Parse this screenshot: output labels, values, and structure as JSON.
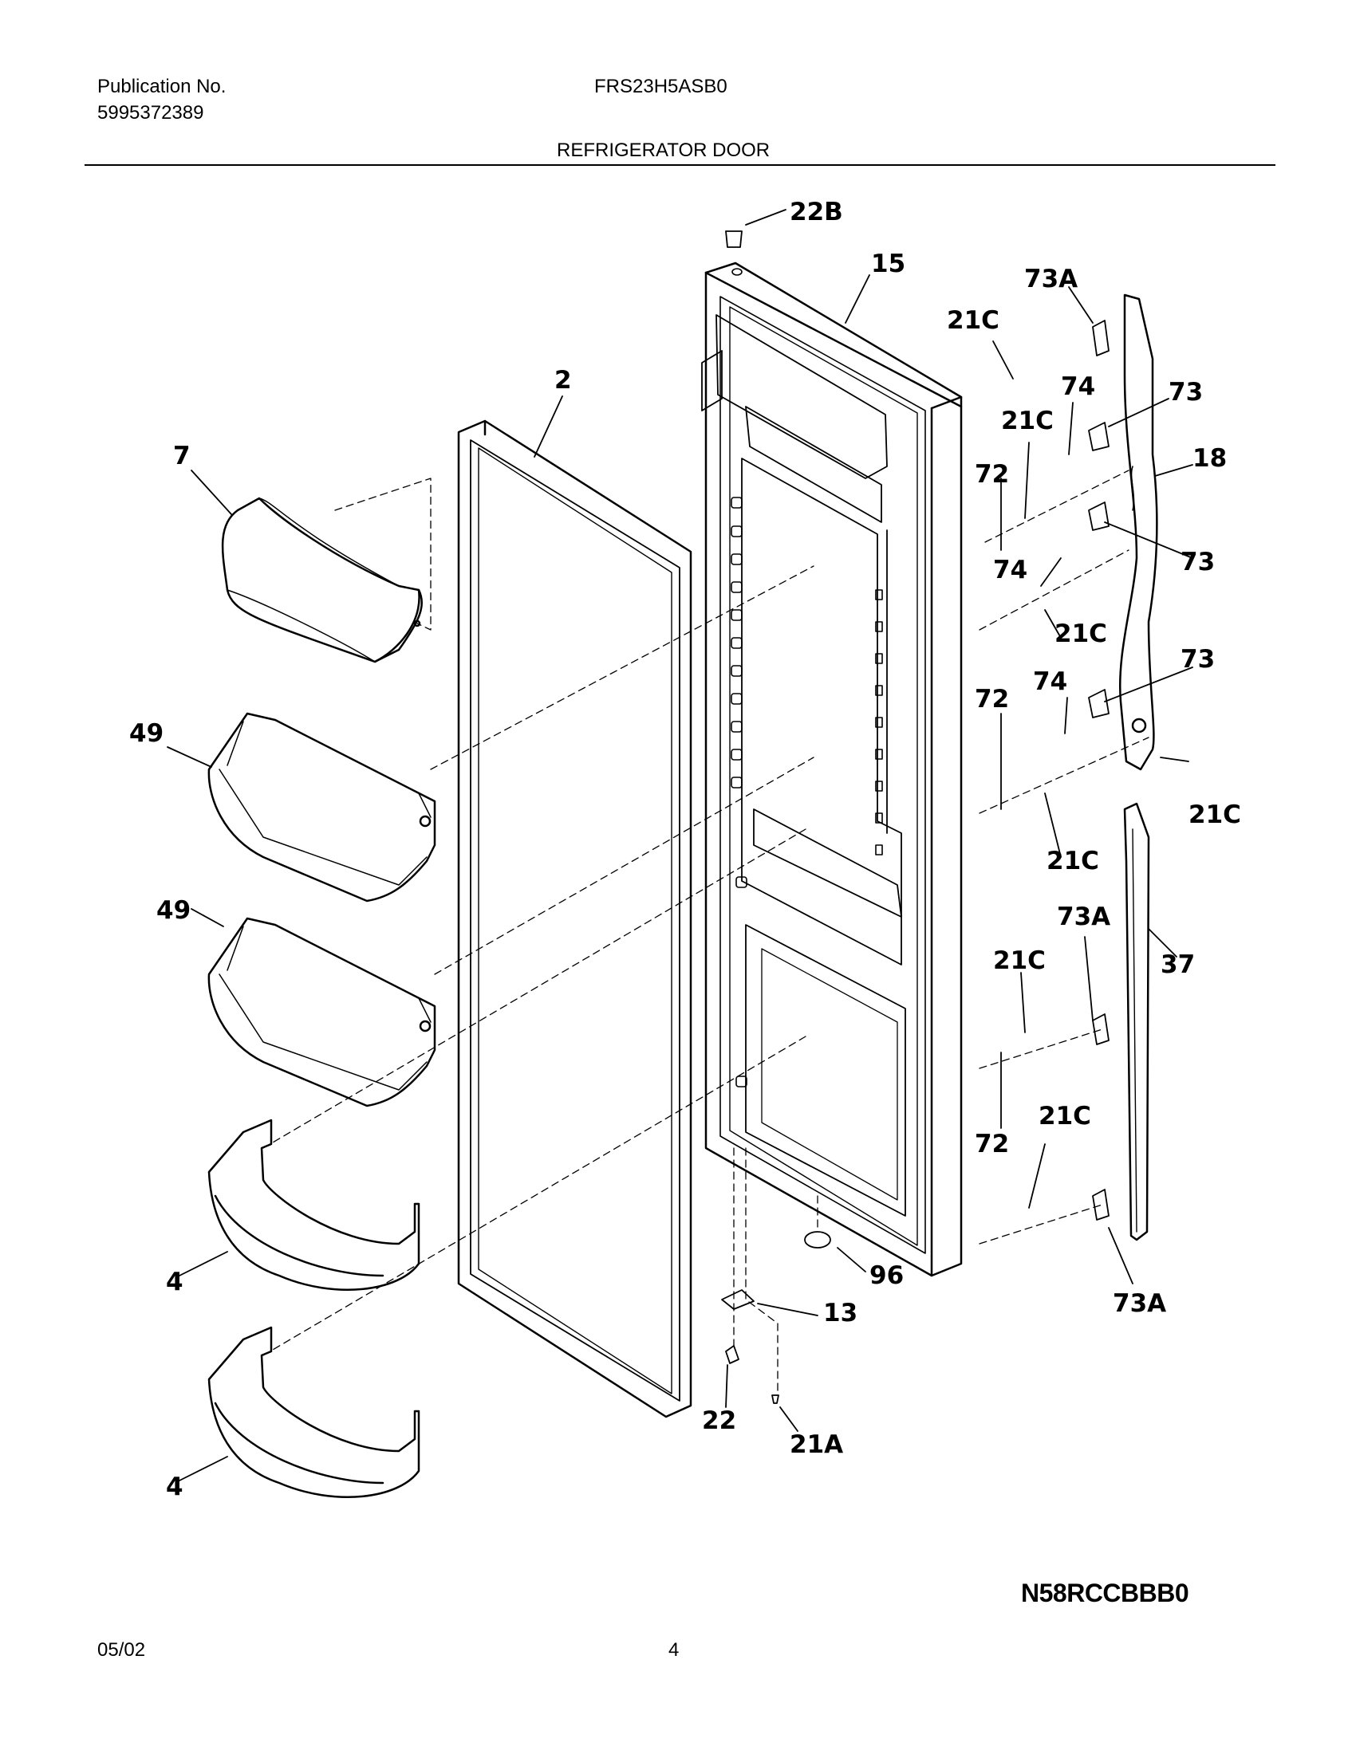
{
  "header": {
    "publication_label": "Publication No.",
    "publication_number": "5995372389",
    "model": "FRS23H5ASB0",
    "section_title": "REFRIGERATOR DOOR"
  },
  "callouts": [
    "22B",
    "15",
    "73A",
    "21C",
    "2",
    "7",
    "74",
    "73",
    "21C",
    "18",
    "72",
    "74",
    "73",
    "21C",
    "72",
    "74",
    "73",
    "49",
    "21C",
    "21C",
    "49",
    "73A",
    "21C",
    "37",
    "72",
    "21C",
    "4",
    "96",
    "73A",
    "13",
    "22",
    "21A",
    "4"
  ],
  "footer": {
    "diagram_code": "N58RCCBBB0",
    "date": "05/02",
    "page": "4"
  }
}
